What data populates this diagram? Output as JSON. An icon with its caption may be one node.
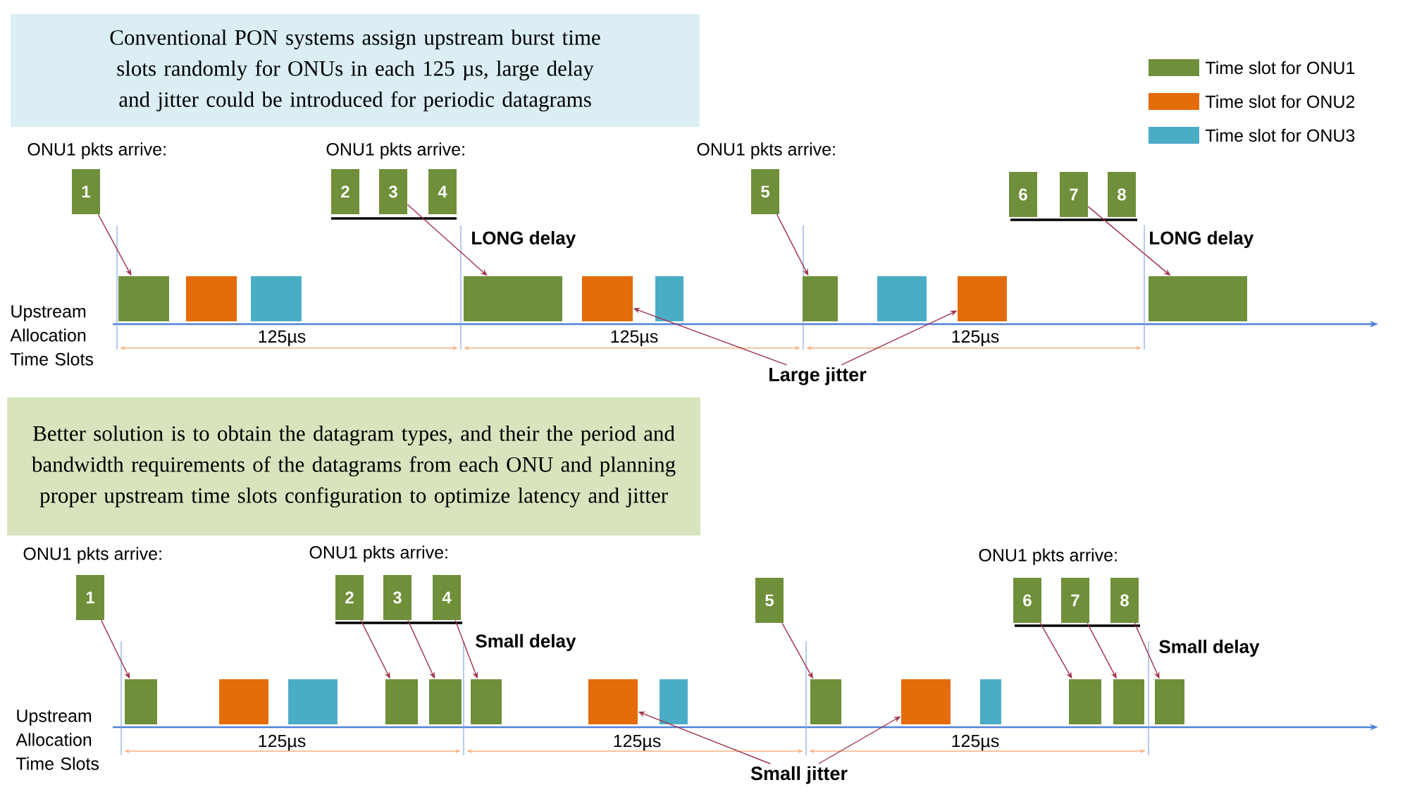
{
  "diagram": {
    "nodes": [
      {
        "text": [
          "Conventional PON systems assign upstream burst time slots randomly for ONUs in each 125 µs, large delay and jitter could be introduced for periodic datagrams"
        ]
      },
      {
        "text": [
          "1"
        ]
      },
      {
        "text": [
          "2"
        ]
      },
      {
        "text": [
          "3"
        ]
      },
      {
        "text": [
          "4"
        ]
      },
      {
        "text": [
          "5"
        ]
      },
      {
        "text": [
          "6"
        ]
      },
      {
        "text": [
          "7"
        ]
      },
      {
        "text": [
          "8"
        ]
      },
      {
        "text": [],
        "shape": "bar"
      },
      {
        "text": [],
        "shape": "bar"
      },
      {
        "text": [],
        "shape": "bar"
      },
      {
        "text": [],
        "shape": "bar"
      },
      {
        "text": [],
        "shape": "bar"
      },
      {
        "text": [],
        "shape": "bar"
      },
      {
        "text": [],
        "shape": "bar"
      },
      {
        "text": [],
        "shape": "bar"
      },
      {
        "text": [],
        "shape": "bar"
      },
      {
        "text": [],
        "shape": "bar"
      },
      {
        "text": [
          "Large jitter"
        ]
      },
      {
        "text": [
          "Better solution is to obtain the datagram types, and their the period and bandwidth requirements of the datagrams from each ONU and planning proper upstream time slots configuration to optimize latency and jitter"
        ]
      },
      {
        "text": [
          "1"
        ]
      },
      {
        "text": [
          "2"
        ]
      },
      {
        "text": [
          "3"
        ]
      },
      {
        "text": [
          "4"
        ]
      },
      {
        "text": [
          "5"
        ]
      },
      {
        "text": [
          "6"
        ]
      },
      {
        "text": [
          "7"
        ]
      },
      {
        "text": [
          "8"
        ]
      },
      {
        "text": [],
        "shape": "bar"
      },
      {
        "text": [],
        "shape": "bar"
      },
      {
        "text": [],
        "shape": "bar"
      },
      {
        "text": [],
        "shape": "bar"
      },
      {
        "text": [],
        "shape": "bar"
      },
      {
        "text": [],
        "shape": "bar"
      },
      {
        "text": [],
        "shape": "bar"
      },
      {
        "text": [],
        "shape": "bar"
      },
      {
        "text": [],
        "shape": "bar"
      },
      {
        "text": [],
        "shape": "bar"
      },
      {
        "text": [],
        "shape": "bar"
      },
      {
        "text": [],
        "shape": "bar"
      },
      {
        "text": [],
        "shape": "bar"
      },
      {
        "text": [],
        "shape": "bar"
      },
      {
        "text": [
          "Small jitter"
        ]
      }
    ],
    "edges": [
      {
        "from": 1,
        "to": 9,
        "arrow": "to"
      },
      {
        "from": 3,
        "to": 12,
        "arrow": "to"
      },
      {
        "from": 5,
        "to": 15,
        "arrow": "to"
      },
      {
        "from": 7,
        "to": 18,
        "arrow": "to"
      },
      {
        "from": 19,
        "to": 13,
        "arrow": "to"
      },
      {
        "from": 19,
        "to": 17,
        "arrow": "to"
      },
      {
        "from": 21,
        "to": 29,
        "arrow": "to"
      },
      {
        "from": 22,
        "to": 32,
        "arrow": "to"
      },
      {
        "from": 23,
        "to": 33,
        "arrow": "to"
      },
      {
        "from": 24,
        "to": 34,
        "arrow": "to"
      },
      {
        "from": 25,
        "to": 37,
        "arrow": "to"
      },
      {
        "from": 26,
        "to": 40,
        "arrow": "to"
      },
      {
        "from": 27,
        "to": 41,
        "arrow": "to"
      },
      {
        "from": 28,
        "to": 42,
        "arrow": "to"
      },
      {
        "from": 43,
        "to": 35,
        "arrow": "to"
      },
      {
        "from": 43,
        "to": 38,
        "arrow": "to"
      }
    ],
    "labels": [
      "ONU1 pkts arrive:",
      "ONU1 pkts arrive:",
      "ONU1 pkts arrive:",
      "LONG delay",
      "LONG delay",
      "Upstream Allocation Time Slots",
      "125µs",
      "125µs",
      "125µs",
      "ONU1 pkts arrive:",
      "ONU1 pkts arrive:",
      "ONU1 pkts arrive:",
      "Small delay",
      "Small delay",
      "Upstream Allocation Time Slots",
      "125µs",
      "125µs",
      "125µs"
    ],
    "legend": [
      {
        "text": "Time slot for ONU1",
        "color": "#6f8f3a"
      },
      {
        "text": "Time slot for ONU2",
        "color": "#e46c0a"
      },
      {
        "text": "Time slot for ONU3",
        "color": "#4bacc6"
      }
    ]
  }
}
